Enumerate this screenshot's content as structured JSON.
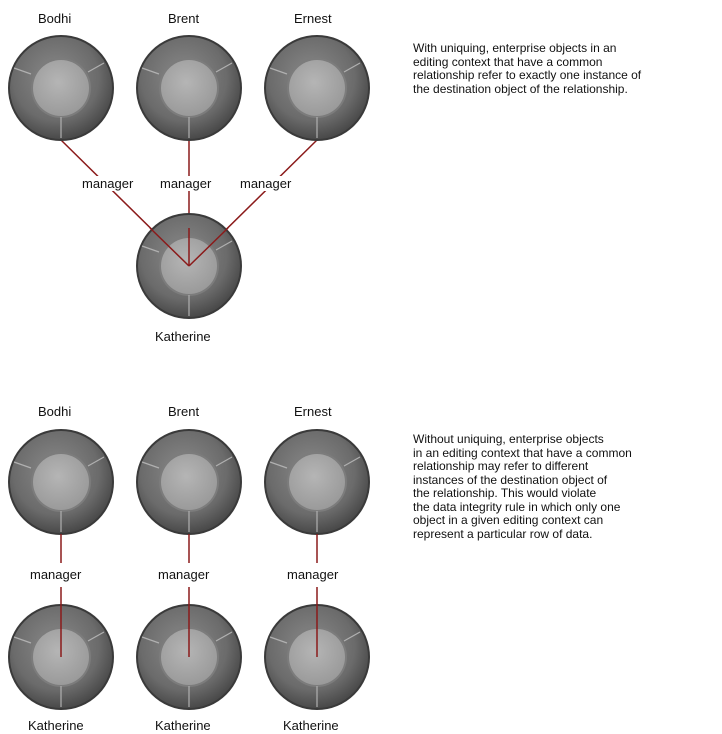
{
  "top": {
    "objects": [
      "Bodhi",
      "Brent",
      "Ernest"
    ],
    "relationship_labels": [
      "manager",
      "manager",
      "manager"
    ],
    "destination": "Katherine",
    "caption_lines": [
      "With uniquing, enterprise objects in an",
      "editing context that have a common",
      "relationship refer to exactly one instance of",
      "the destination object of the relationship."
    ]
  },
  "bottom": {
    "objects": [
      "Bodhi",
      "Brent",
      "Ernest"
    ],
    "relationship_labels": [
      "manager",
      "manager",
      "manager"
    ],
    "destinations": [
      "Katherine",
      "Katherine",
      "Katherine"
    ],
    "caption_lines": [
      "Without uniquing, enterprise objects",
      "in an editing context that have a common",
      "relationship may refer to different",
      "instances of the destination object of",
      "the relationship. This would violate",
      "the data integrity rule in which only one",
      "object in a given editing context can",
      "represent a particular row of data."
    ]
  },
  "colors": {
    "relationship_line": "#8b1a1a",
    "object_outer": "#6b6b6b",
    "object_inner": "#a6a6a6"
  }
}
